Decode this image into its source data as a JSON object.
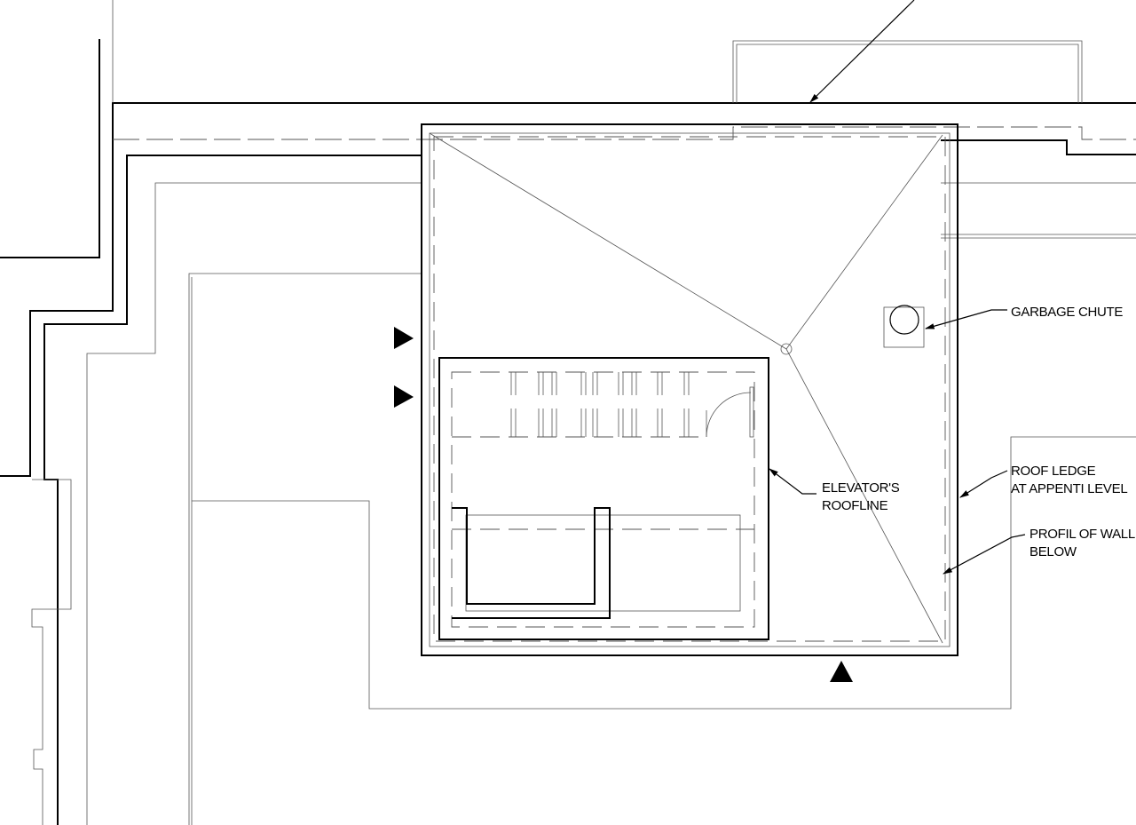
{
  "labels": {
    "garbage_chute": "GARBAGE CHUTE",
    "elevator_line1": "ELEVATOR'S",
    "elevator_line2": "ROOFLINE",
    "roof_ledge_line1": "ROOF LEDGE",
    "roof_ledge_line2": "AT APPENTI LEVEL",
    "profil_line1": "PROFIL OF WALL",
    "profil_line2": "BELOW"
  },
  "colors": {
    "background": "#ffffff",
    "line": "#000000",
    "thin_line": "#555555"
  }
}
